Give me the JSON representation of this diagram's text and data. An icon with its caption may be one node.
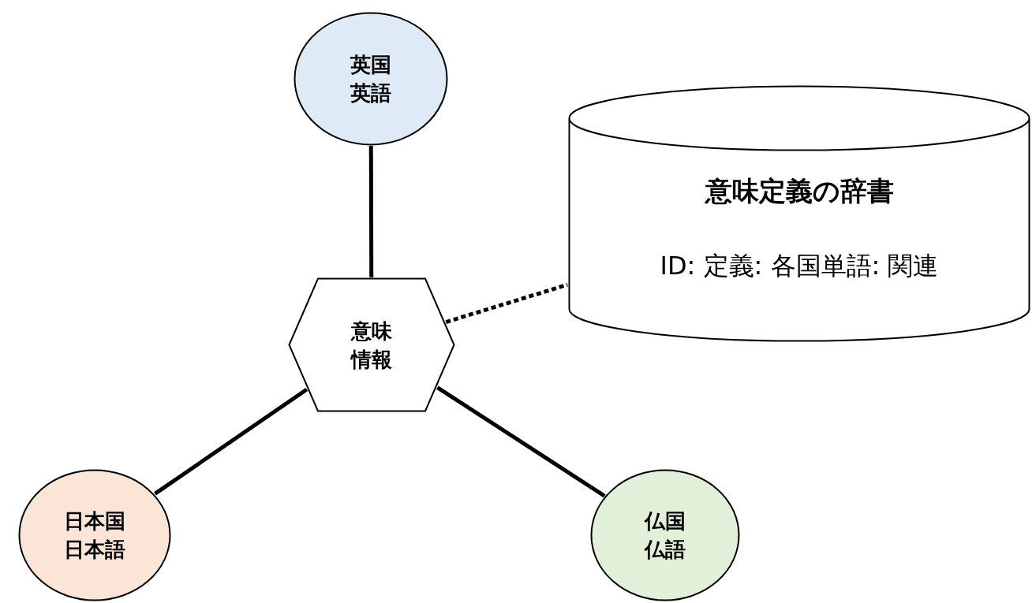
{
  "diagram": {
    "nodes": [
      {
        "text": [
          "英国",
          "英語"
        ]
      },
      {
        "text": [
          "意味定義の辞書",
          "ID: 定義: 各国単語: 関連"
        ]
      },
      {
        "text": [
          "意味",
          "情報"
        ]
      },
      {
        "text": [
          "日本国",
          "日本語"
        ]
      },
      {
        "text": [
          "仏国",
          "仏語"
        ]
      }
    ],
    "edges": [
      {
        "from": 2,
        "to": 0,
        "arrow": "none"
      },
      {
        "from": 2,
        "to": 1,
        "arrow": "none",
        "style": "dashed"
      },
      {
        "from": 2,
        "to": 3,
        "arrow": "none"
      },
      {
        "from": 2,
        "to": 4,
        "arrow": "none"
      }
    ]
  }
}
